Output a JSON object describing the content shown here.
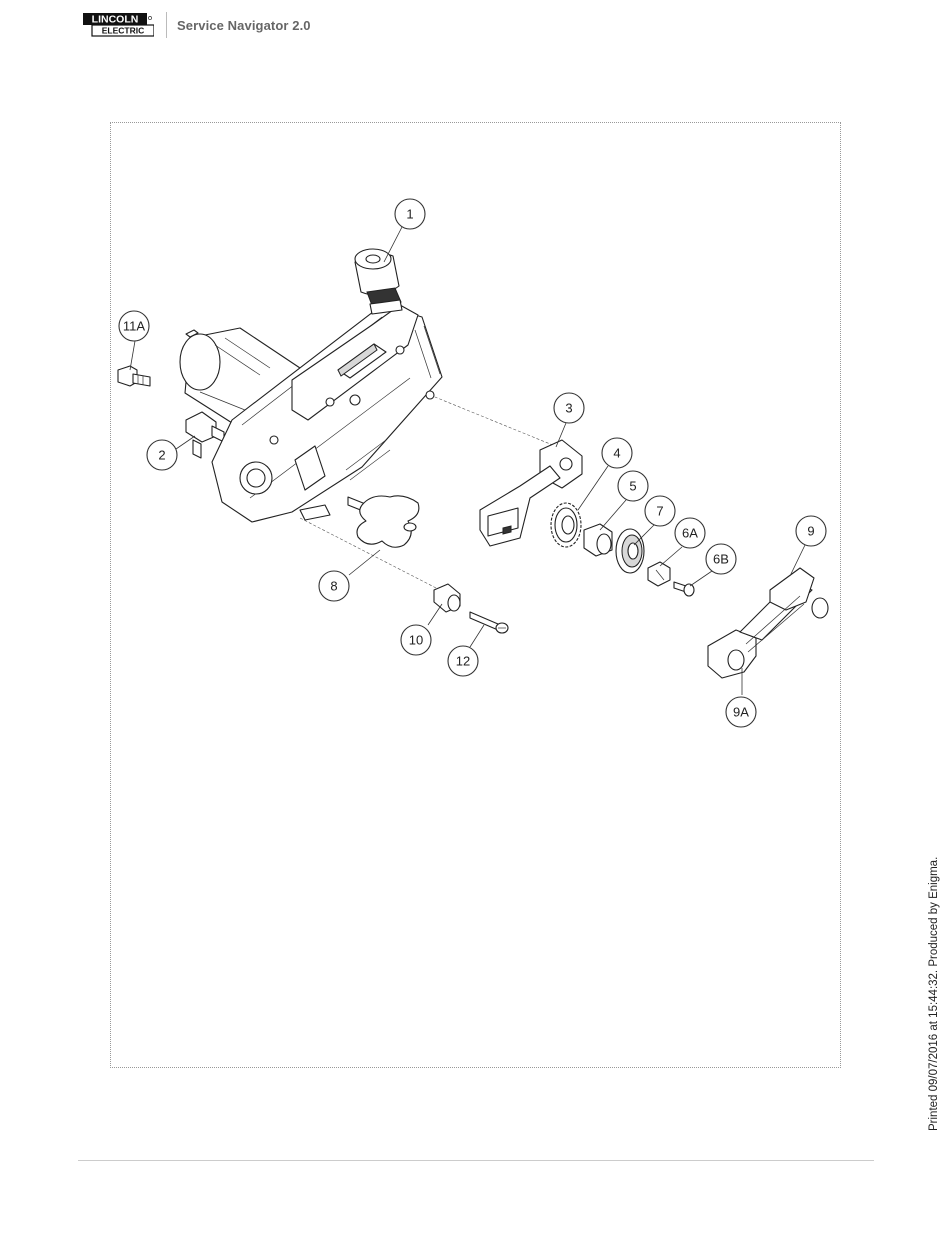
{
  "header": {
    "logo_top": "LINCOLN",
    "logo_bottom": "ELECTRIC",
    "app_title": "Service Navigator 2.0"
  },
  "diagram": {
    "callouts": [
      "1",
      "2",
      "3",
      "4",
      "5",
      "6A",
      "6B",
      "7",
      "8",
      "9",
      "9A",
      "10",
      "11A",
      "12"
    ]
  },
  "footer": {
    "printed_text": "Printed 09/07/2016 at 15:44:32. Produced by Enigma."
  }
}
